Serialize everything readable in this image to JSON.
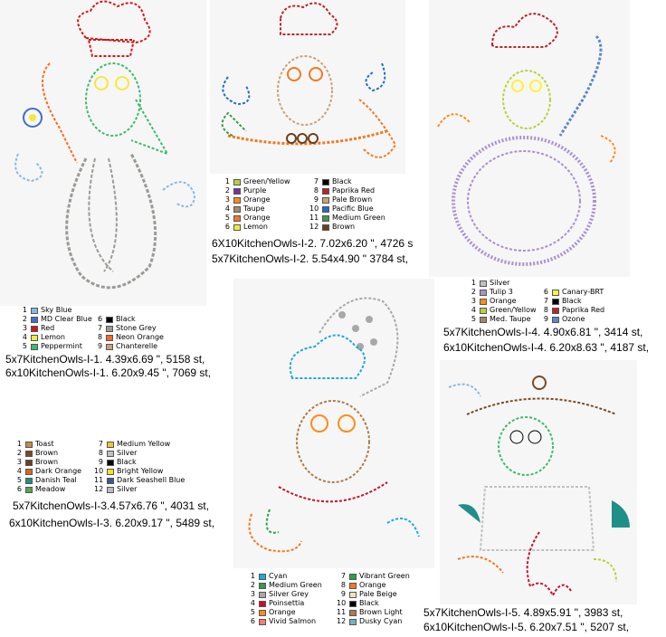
{
  "designs": [
    {
      "id": "owl-1",
      "specs": [
        "5x7KitchenOwls-I-1. 4.39x6.69 \", 5158 st,",
        "6x10KitchenOwls-I-1. 6.20x9.45 \", 7069 st,"
      ],
      "colors": [
        {
          "n": "1",
          "name": "Sky Blue",
          "hex": "#87b9e6"
        },
        {
          "n": "2",
          "name": "MD Clear Blue",
          "hex": "#3d6fd0"
        },
        {
          "n": "3",
          "name": "Red",
          "hex": "#d01818"
        },
        {
          "n": "4",
          "name": "Lemon",
          "hex": "#f3ea3b"
        },
        {
          "n": "5",
          "name": "Peppermint",
          "hex": "#3dbb6d"
        },
        {
          "n": "6",
          "name": "Black",
          "hex": "#000000"
        },
        {
          "n": "7",
          "name": "Stone Grey",
          "hex": "#9a9a96"
        },
        {
          "n": "8",
          "name": "Neon Orange",
          "hex": "#ff6a1a"
        },
        {
          "n": "9",
          "name": "Chanterelle",
          "hex": "#c9a07a"
        }
      ]
    },
    {
      "id": "owl-2",
      "specs": [
        "6X10KitchenOwls-I-2. 7.02x6.20 \", 4726 s",
        "5x7KitchenOwls-I-2. 5.54x4.90 \"  3784 st,"
      ],
      "colors": [
        {
          "n": "1",
          "name": "Green/Yellow",
          "hex": "#b6d23a"
        },
        {
          "n": "2",
          "name": "Purple",
          "hex": "#7b2fa0"
        },
        {
          "n": "3",
          "name": "Orange",
          "hex": "#ff8c1a"
        },
        {
          "n": "4",
          "name": "Taupe",
          "hex": "#a48b72"
        },
        {
          "n": "5",
          "name": "Orange",
          "hex": "#f07a20"
        },
        {
          "n": "6",
          "name": "Lemon",
          "hex": "#f3ea3b"
        },
        {
          "n": "7",
          "name": "Black",
          "hex": "#000000"
        },
        {
          "n": "8",
          "name": "Paprika Red",
          "hex": "#b8242a"
        },
        {
          "n": "9",
          "name": "Pale Brown",
          "hex": "#c8a27c"
        },
        {
          "n": "10",
          "name": "Pacific Blue",
          "hex": "#1f6fc4"
        },
        {
          "n": "11",
          "name": "Medium Green",
          "hex": "#3c9a47"
        },
        {
          "n": "12",
          "name": "Brown",
          "hex": "#6b3f1f"
        }
      ]
    },
    {
      "id": "owl-3",
      "specs": [
        "5x7KitchenOwls-I-3.4.57x6.76 \", 4031 st,",
        "6x10KitchenOwls-I-3. 6.20x9.17 \", 5489 st,"
      ],
      "colors": [
        {
          "n": "1",
          "name": "Toast",
          "hex": "#c58a4c"
        },
        {
          "n": "2",
          "name": "Brown",
          "hex": "#7a4a22"
        },
        {
          "n": "3",
          "name": "Brown",
          "hex": "#6b3f1f"
        },
        {
          "n": "4",
          "name": "Dark Orange",
          "hex": "#e0641a"
        },
        {
          "n": "5",
          "name": "Danish Teal",
          "hex": "#1f8f8a"
        },
        {
          "n": "6",
          "name": "Meadow",
          "hex": "#5aa64a"
        },
        {
          "n": "7",
          "name": "Medium Yellow",
          "hex": "#f2c430"
        },
        {
          "n": "8",
          "name": "Silver",
          "hex": "#c0c0c0"
        },
        {
          "n": "9",
          "name": "Black",
          "hex": "#000000"
        },
        {
          "n": "10",
          "name": "Bright Yellow",
          "hex": "#ffe21a"
        },
        {
          "n": "11",
          "name": "Dark Seashell Blue",
          "hex": "#3a5a8c"
        },
        {
          "n": "12",
          "name": "Silver",
          "hex": "#bdbdbd"
        }
      ]
    },
    {
      "id": "owl-4",
      "specs": [
        "5x7KitchenOwls-I-4. 4.90x6.81 \",  3414 st,",
        "6x10KitchenOwls-I-4. 6.20x8.63 \",  4187 st,"
      ],
      "colors": [
        {
          "n": "1",
          "name": "Silver",
          "hex": "#c0c0c0"
        },
        {
          "n": "2",
          "name": "Tulip 3",
          "hex": "#a98fd0"
        },
        {
          "n": "3",
          "name": "Orange",
          "hex": "#ff8c1a"
        },
        {
          "n": "4",
          "name": "Green/Yellow",
          "hex": "#b6d23a"
        },
        {
          "n": "5",
          "name": "Med. Taupe",
          "hex": "#9b8770"
        },
        {
          "n": "6",
          "name": "Canary-BRT",
          "hex": "#fff23a"
        },
        {
          "n": "7",
          "name": "Black",
          "hex": "#000000"
        },
        {
          "n": "8",
          "name": "Paprika Red",
          "hex": "#b8242a"
        },
        {
          "n": "9",
          "name": "Ozone",
          "hex": "#5a88c8"
        }
      ]
    },
    {
      "id": "owl-5",
      "specs": [
        "5x7KitchenOwls-I-5. 4.89x5.91 \",  3983 st,",
        "6x10KitchenOwls-I-5. 6.20x7.51 \",  5207 st,"
      ],
      "colors": []
    },
    {
      "id": "owl-6",
      "specs": [],
      "colors": [
        {
          "n": "1",
          "name": "Cyan",
          "hex": "#1fa8d8"
        },
        {
          "n": "2",
          "name": "Medium Green",
          "hex": "#3c9a47"
        },
        {
          "n": "3",
          "name": "Silver Grey",
          "hex": "#a8a8a8"
        },
        {
          "n": "4",
          "name": "Poinsettia",
          "hex": "#c8102e"
        },
        {
          "n": "5",
          "name": "Orange",
          "hex": "#ff8c1a"
        },
        {
          "n": "6",
          "name": "Vivid Salmon",
          "hex": "#ff7a6a"
        },
        {
          "n": "7",
          "name": "Vibrant Green",
          "hex": "#1fa84a"
        },
        {
          "n": "8",
          "name": "Orange",
          "hex": "#f07a20"
        },
        {
          "n": "9",
          "name": "Pale Beige",
          "hex": "#efe2b8"
        },
        {
          "n": "10",
          "name": "Black",
          "hex": "#000000"
        },
        {
          "n": "11",
          "name": "Brown Light",
          "hex": "#b07a4a"
        },
        {
          "n": "12",
          "name": "Dusky Cyan",
          "hex": "#6fb4c8"
        }
      ]
    }
  ]
}
